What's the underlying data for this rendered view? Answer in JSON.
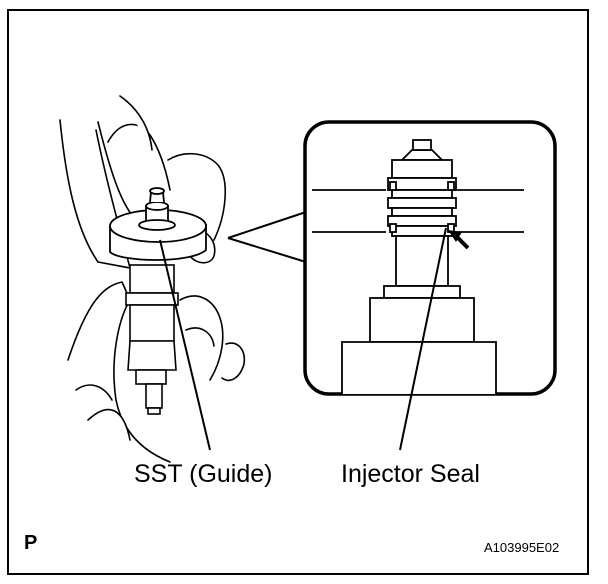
{
  "figure": {
    "callouts": {
      "sst_guide": "SST (Guide)",
      "injector_seal": "Injector Seal"
    },
    "corner_mark": "P",
    "figure_code": "A103995E02"
  }
}
